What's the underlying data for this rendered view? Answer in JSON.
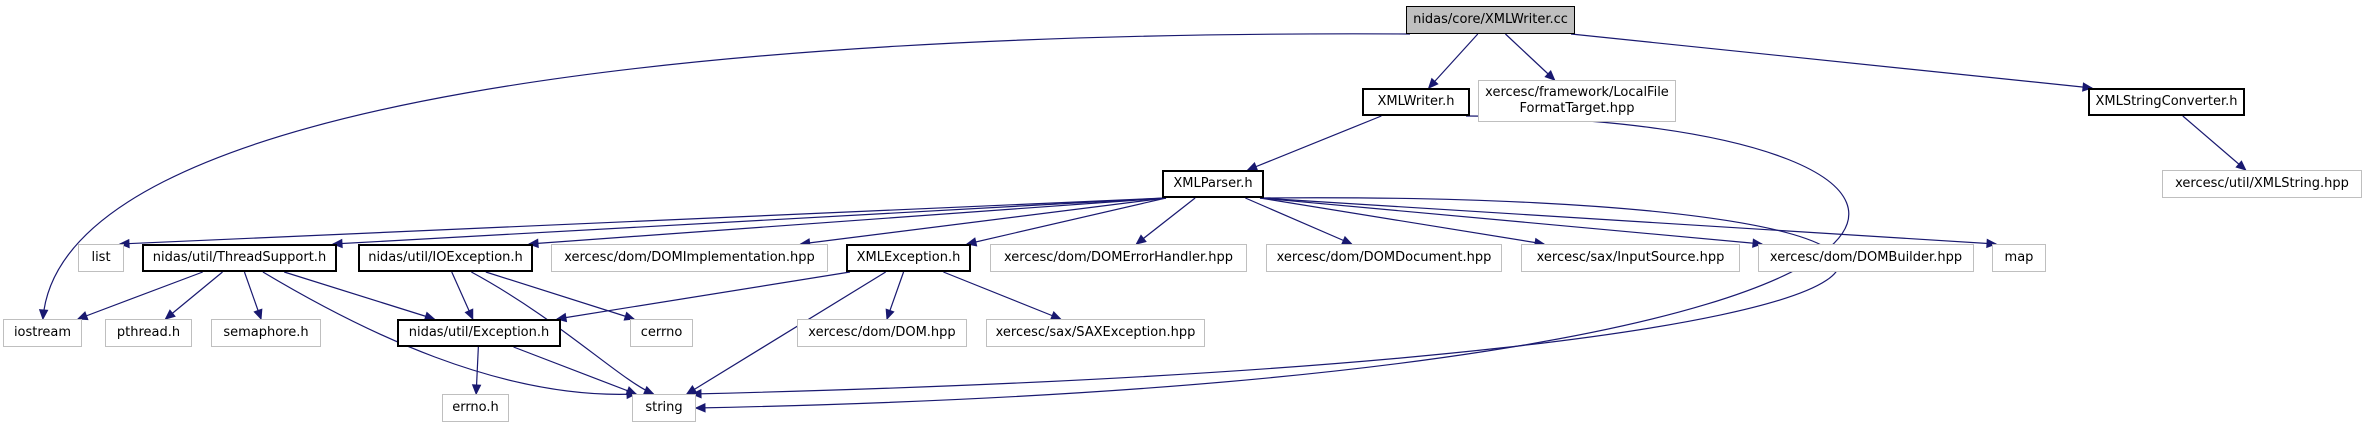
{
  "graph": {
    "nodes": {
      "root": {
        "label": "nidas/core/XMLWriter.cc",
        "style": "root"
      },
      "iostream": {
        "label": "iostream",
        "style": "ext"
      },
      "xmlwriter_h": {
        "label": "XMLWriter.h",
        "style": "doc"
      },
      "localfileformattarget": {
        "label": "xercesc/framework/LocalFile",
        "label2": "FormatTarget.hpp",
        "style": "ext"
      },
      "xmlstringconverter_h": {
        "label": "XMLStringConverter.h",
        "style": "doc"
      },
      "xmlparser_h": {
        "label": "XMLParser.h",
        "style": "doc"
      },
      "xmlstring_hpp": {
        "label": "xercesc/util/XMLString.hpp",
        "style": "ext"
      },
      "list": {
        "label": "list",
        "style": "ext"
      },
      "threadsupport_h": {
        "label": "nidas/util/ThreadSupport.h",
        "style": "doc"
      },
      "ioexception_h": {
        "label": "nidas/util/IOException.h",
        "style": "doc"
      },
      "domimplementation_hpp": {
        "label": "xercesc/dom/DOMImplementation.hpp",
        "style": "ext"
      },
      "xmlexception_h": {
        "label": "XMLException.h",
        "style": "doc"
      },
      "domerrorhandler_hpp": {
        "label": "xercesc/dom/DOMErrorHandler.hpp",
        "style": "ext"
      },
      "domdocument_hpp": {
        "label": "xercesc/dom/DOMDocument.hpp",
        "style": "ext"
      },
      "inputsource_hpp": {
        "label": "xercesc/sax/InputSource.hpp",
        "style": "ext"
      },
      "dombuilder_hpp": {
        "label": "xercesc/dom/DOMBuilder.hpp",
        "style": "ext"
      },
      "map": {
        "label": "map",
        "style": "ext"
      },
      "pthread_h": {
        "label": "pthread.h",
        "style": "ext"
      },
      "semaphore_h": {
        "label": "semaphore.h",
        "style": "ext"
      },
      "exception_h": {
        "label": "nidas/util/Exception.h",
        "style": "doc"
      },
      "cerrno": {
        "label": "cerrno",
        "style": "ext"
      },
      "dom_hpp": {
        "label": "xercesc/dom/DOM.hpp",
        "style": "ext"
      },
      "saxexception_hpp": {
        "label": "xercesc/sax/SAXException.hpp",
        "style": "ext"
      },
      "errno_h": {
        "label": "errno.h",
        "style": "ext"
      },
      "string": {
        "label": "string",
        "style": "ext"
      }
    },
    "edges": [
      [
        "root",
        "xmlwriter_h"
      ],
      [
        "root",
        "localfileformattarget"
      ],
      [
        "root",
        "xmlstringconverter_h"
      ],
      [
        "root",
        "iostream"
      ],
      [
        "xmlwriter_h",
        "xmlparser_h"
      ],
      [
        "xmlwriter_h",
        "string"
      ],
      [
        "xmlstringconverter_h",
        "xmlstring_hpp"
      ],
      [
        "xmlparser_h",
        "list"
      ],
      [
        "xmlparser_h",
        "threadsupport_h"
      ],
      [
        "xmlparser_h",
        "ioexception_h"
      ],
      [
        "xmlparser_h",
        "domimplementation_hpp"
      ],
      [
        "xmlparser_h",
        "xmlexception_h"
      ],
      [
        "xmlparser_h",
        "domerrorhandler_hpp"
      ],
      [
        "xmlparser_h",
        "domdocument_hpp"
      ],
      [
        "xmlparser_h",
        "inputsource_hpp"
      ],
      [
        "xmlparser_h",
        "dombuilder_hpp"
      ],
      [
        "xmlparser_h",
        "map"
      ],
      [
        "xmlparser_h",
        "string"
      ],
      [
        "threadsupport_h",
        "iostream"
      ],
      [
        "threadsupport_h",
        "pthread_h"
      ],
      [
        "threadsupport_h",
        "semaphore_h"
      ],
      [
        "threadsupport_h",
        "exception_h"
      ],
      [
        "threadsupport_h",
        "string"
      ],
      [
        "ioexception_h",
        "exception_h"
      ],
      [
        "ioexception_h",
        "cerrno"
      ],
      [
        "ioexception_h",
        "string"
      ],
      [
        "xmlexception_h",
        "exception_h"
      ],
      [
        "xmlexception_h",
        "dom_hpp"
      ],
      [
        "xmlexception_h",
        "saxexception_hpp"
      ],
      [
        "xmlexception_h",
        "string"
      ],
      [
        "exception_h",
        "errno_h"
      ],
      [
        "exception_h",
        "string"
      ]
    ],
    "colors": {
      "edge": "#191970",
      "doc_border": "#000000",
      "ext_border": "#bfbfbf",
      "root_fill": "#bfbfbf"
    }
  }
}
